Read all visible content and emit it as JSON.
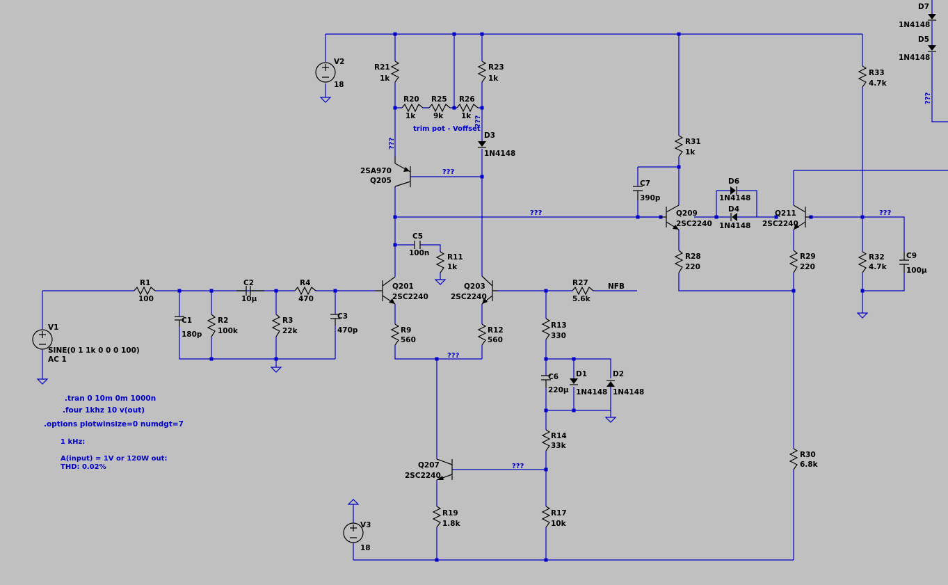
{
  "components": {
    "R1": {
      "ref": "R1",
      "value": "100"
    },
    "R2": {
      "ref": "R2",
      "value": "100k"
    },
    "R3": {
      "ref": "R3",
      "value": "22k"
    },
    "R4": {
      "ref": "R4",
      "value": "470"
    },
    "R9": {
      "ref": "R9",
      "value": "560"
    },
    "R11": {
      "ref": "R11",
      "value": "1k"
    },
    "R12": {
      "ref": "R12",
      "value": "560"
    },
    "R13": {
      "ref": "R13",
      "value": "330"
    },
    "R14": {
      "ref": "R14",
      "value": "33k"
    },
    "R17": {
      "ref": "R17",
      "value": "10k"
    },
    "R19": {
      "ref": "R19",
      "value": "1.8k"
    },
    "R20": {
      "ref": "R20",
      "value": "1k"
    },
    "R21": {
      "ref": "R21",
      "value": "1k"
    },
    "R23": {
      "ref": "R23",
      "value": "1k"
    },
    "R25": {
      "ref": "R25",
      "value": "9k"
    },
    "R26": {
      "ref": "R26",
      "value": "1k"
    },
    "R27": {
      "ref": "R27",
      "value": "5.6k"
    },
    "R28": {
      "ref": "R28",
      "value": "220"
    },
    "R29": {
      "ref": "R29",
      "value": "220"
    },
    "R30": {
      "ref": "R30",
      "value": "6.8k"
    },
    "R31": {
      "ref": "R31",
      "value": "1k"
    },
    "R32": {
      "ref": "R32",
      "value": "4.7k"
    },
    "R33": {
      "ref": "R33",
      "value": "4.7k"
    },
    "C1": {
      "ref": "C1",
      "value": "180p"
    },
    "C2": {
      "ref": "C2",
      "value": "10µ"
    },
    "C3": {
      "ref": "C3",
      "value": "470p"
    },
    "C5": {
      "ref": "C5",
      "value": "100n"
    },
    "C6": {
      "ref": "C6",
      "value": "220µ"
    },
    "C7": {
      "ref": "C7",
      "value": "390p"
    },
    "C9": {
      "ref": "C9",
      "value": "100µ"
    },
    "D1": {
      "ref": "D1",
      "value": "1N4148"
    },
    "D2": {
      "ref": "D2",
      "value": "1N4148"
    },
    "D3": {
      "ref": "D3",
      "value": "1N4148"
    },
    "D4": {
      "ref": "D4",
      "value": "1N4148"
    },
    "D5": {
      "ref": "D5",
      "value": "1N4148"
    },
    "D6": {
      "ref": "D6",
      "value": "1N4148"
    },
    "D7": {
      "ref": "D7",
      "value": "1N4148"
    },
    "Q201": {
      "ref": "Q201",
      "value": "2SC2240"
    },
    "Q203": {
      "ref": "Q203",
      "value": "2SC2240"
    },
    "Q205": {
      "ref": "Q205",
      "value": "2SA970"
    },
    "Q207": {
      "ref": "Q207",
      "value": "2SC2240"
    },
    "Q209": {
      "ref": "Q209",
      "value": "2SC2240"
    },
    "Q211": {
      "ref": "Q211",
      "value": "2SC2240"
    },
    "V1": {
      "ref": "V1",
      "value": "SINE(0 1 1k 0 0 0 100)",
      "ac": "AC 1"
    },
    "V2": {
      "ref": "V2",
      "value": "18"
    },
    "V3": {
      "ref": "V3",
      "value": "18"
    }
  },
  "nets": {
    "nfb": "NFB",
    "unknown": "???"
  },
  "notes": {
    "trim": "trim pot - Voffset"
  },
  "directives": {
    "tran": ".tran 0 10m 0m 1000n",
    "four": ".four 1khz 10 v(out)",
    "options": ".options plotwinsize=0 numdgt=7"
  },
  "comments": {
    "freq": "1 kHz:",
    "ainput": "A(input) = 1V or 120W out:",
    "thd": "THD: 0.02%"
  }
}
